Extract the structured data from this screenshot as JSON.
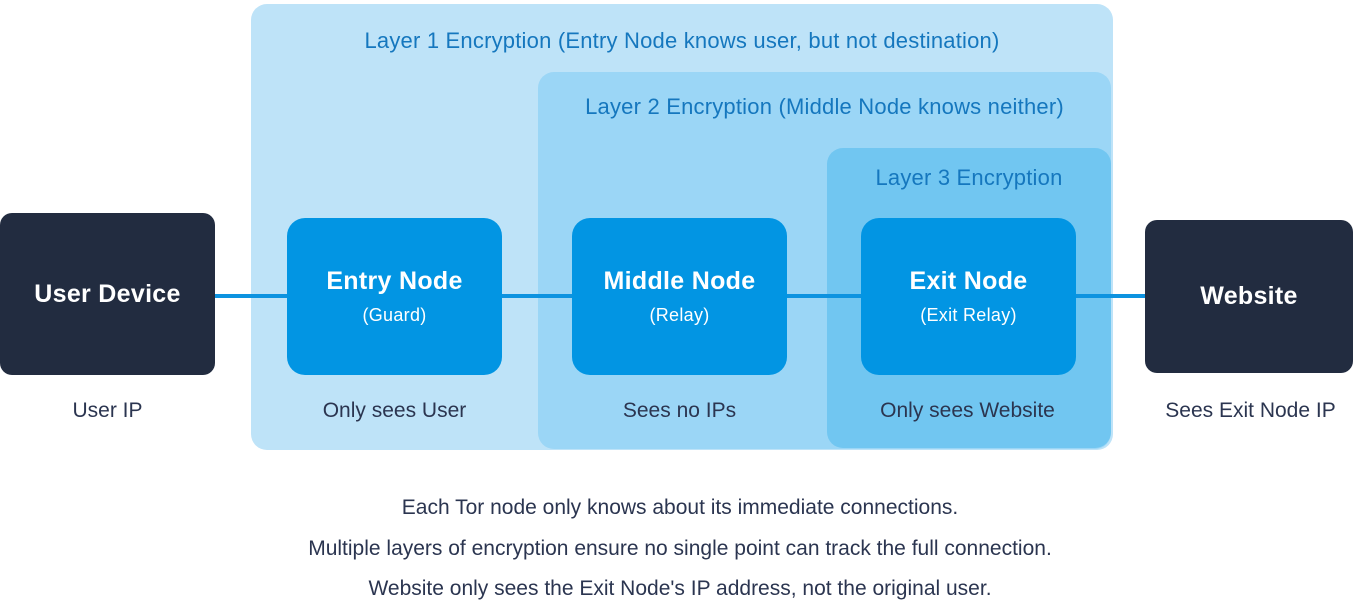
{
  "colors": {
    "layer1": "#bee3f8",
    "layer2": "#9bd6f6",
    "layer3": "#71c6f1",
    "node-blue": "#0295e3",
    "dark-navy": "#222c40",
    "header-blue": "#1577be",
    "navy-text": "#2b3550",
    "line": "#0d93e0"
  },
  "layers": [
    {
      "label": "Layer 1 Encryption (Entry Node knows user, but not destination)"
    },
    {
      "label": "Layer 2 Encryption (Middle Node knows neither)"
    },
    {
      "label": "Layer 3 Encryption"
    }
  ],
  "endpoints": {
    "user_device": {
      "label": "User Device",
      "caption": "User IP"
    },
    "website": {
      "label": "Website",
      "caption": "Sees Exit Node IP"
    }
  },
  "nodes": [
    {
      "title": "Entry Node",
      "subtitle": "(Guard)",
      "caption": "Only sees User"
    },
    {
      "title": "Middle Node",
      "subtitle": "(Relay)",
      "caption": "Sees no IPs"
    },
    {
      "title": "Exit Node",
      "subtitle": "(Exit Relay)",
      "caption": "Only sees Website"
    }
  ],
  "footer": {
    "line1": "Each Tor node only knows about its immediate connections.",
    "line2": "Multiple layers of encryption ensure no single point can track the full connection.",
    "line3": "Website only sees the Exit Node's IP address, not the original user."
  }
}
